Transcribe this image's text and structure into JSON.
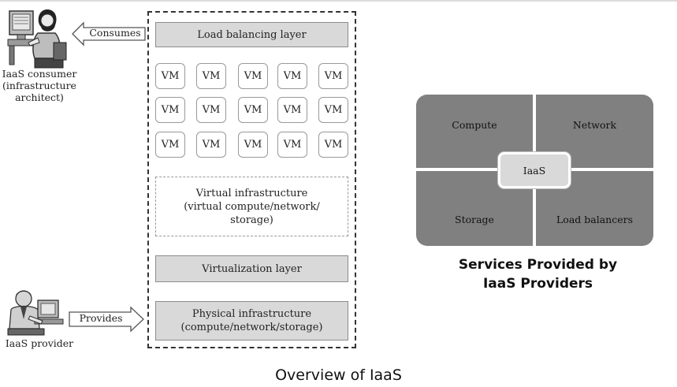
{
  "diagram": {
    "consumer": {
      "label_line1": "IaaS consumer",
      "label_line2": "(infrastructure",
      "label_line3": "architect)"
    },
    "provider": {
      "label": "IaaS provider"
    },
    "arrows": {
      "consumes": "Consumes",
      "provides": "Provides"
    },
    "stack": {
      "load_balancing": "Load balancing layer",
      "vm_label": "VM",
      "vm_rows": 3,
      "vm_cols": 5,
      "virtual_infra_line1": "Virtual infrastructure",
      "virtual_infra_line2": "(virtual compute/network/",
      "virtual_infra_line3": "storage)",
      "virtualization": "Virtualization layer",
      "physical_line1": "Physical infrastructure",
      "physical_line2": "(compute/network/storage)"
    },
    "services": {
      "compute": "Compute",
      "network": "Network",
      "storage": "Storage",
      "load_balancers": "Load balancers",
      "center": "IaaS",
      "caption_line1": "Services Provided by",
      "caption_line2": "IaaS Providers"
    },
    "caption": "Overview of IaaS",
    "colors": {
      "layer_fill": "#d9d9d9",
      "quadrant_fill": "#808080",
      "border": "#333333"
    }
  }
}
